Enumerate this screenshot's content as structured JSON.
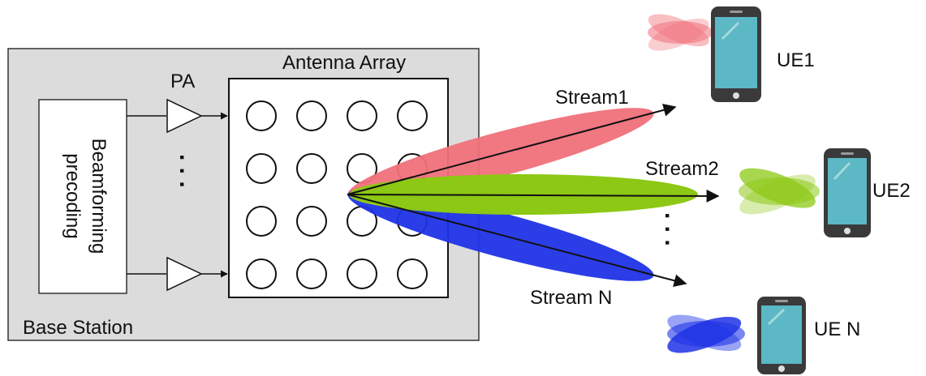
{
  "base_station": {
    "label": "Base Station",
    "processing_block": {
      "line1": "Beamforming",
      "line2": "precoding"
    },
    "pa_label": "PA",
    "pa_ellipsis": ". . .",
    "antenna_array": {
      "label": "Antenna Array",
      "rows": 4,
      "cols": 4
    }
  },
  "streams": [
    {
      "label": "Stream1",
      "color": "#f0707a"
    },
    {
      "label": "Stream2",
      "color": "#8cc814"
    },
    {
      "label": "Stream N",
      "color": "#1f33e6"
    }
  ],
  "stream_ellipsis": ". . .",
  "users": [
    {
      "label": "UE1",
      "beam_color": "#f0707a"
    },
    {
      "label": "UE2",
      "beam_color": "#8cc814"
    },
    {
      "label": "UE N",
      "beam_color": "#1f33e6"
    }
  ],
  "colors": {
    "base_station_fill": "#dcdcdc",
    "phone_body": "#3a3a3a",
    "phone_screen": "#5bb8c4"
  }
}
